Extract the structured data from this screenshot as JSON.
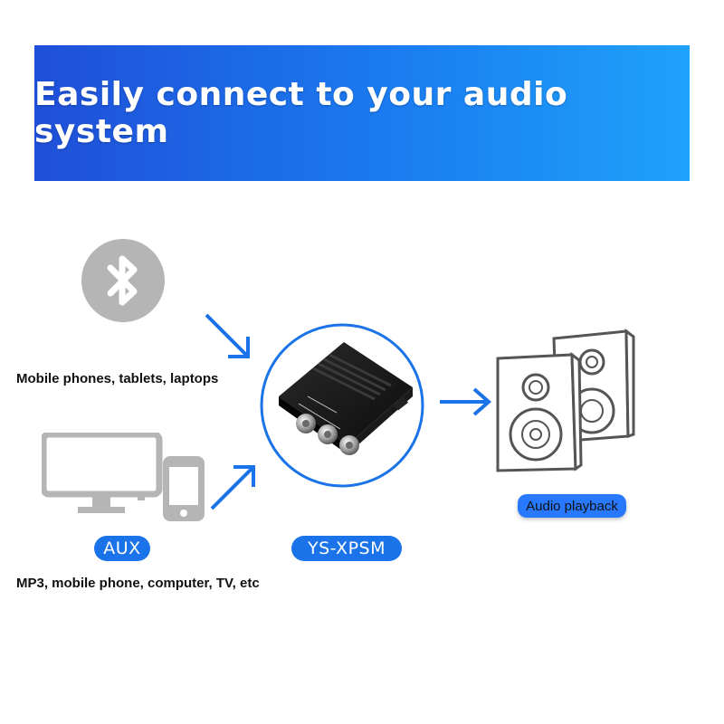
{
  "banner": {
    "title": "Easily connect to your audio system"
  },
  "sources": {
    "bluetooth_caption": "Mobile phones, tablets, laptops",
    "aux_label": "AUX",
    "aux_caption": "MP3, mobile phone, computer, TV, etc"
  },
  "device": {
    "label": "YS-XPSM"
  },
  "output": {
    "label": "Audio playback"
  },
  "icons": {
    "bluetooth": "bluetooth-icon",
    "monitor": "monitor-icon",
    "phone": "phone-icon",
    "amplifier": "amplifier-board-image",
    "speakers": "speakers-icon",
    "arrow": "arrow-icon"
  },
  "colors": {
    "banner_start": "#1f4fd8",
    "banner_end": "#1fa2fb",
    "accent_blue": "#1a73e8",
    "icon_gray": "#b5b5b5"
  }
}
